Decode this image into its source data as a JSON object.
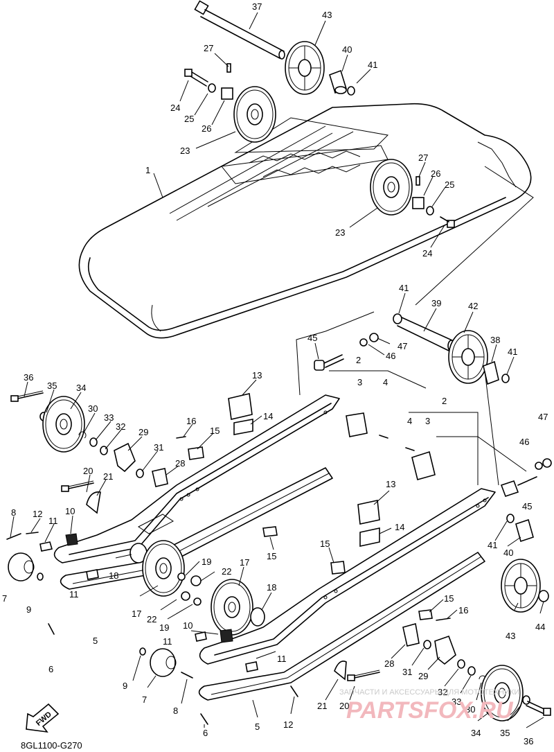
{
  "diagram_code": "8GL1100-G270",
  "fwd_label": "FWD",
  "watermark": {
    "line1": "ЗАПЧАСТИ И АКСЕССУАРЫ ДЛЯ МОТОТЕХНИКИ",
    "line2": "PARTSFOX.RU"
  },
  "callouts": [
    {
      "id": "c37",
      "text": "37"
    },
    {
      "id": "c43a",
      "text": "43"
    },
    {
      "id": "c27a",
      "text": "27"
    },
    {
      "id": "c40a",
      "text": "40"
    },
    {
      "id": "c41a",
      "text": "41"
    },
    {
      "id": "c24a",
      "text": "24"
    },
    {
      "id": "c25a",
      "text": "25"
    },
    {
      "id": "c26a",
      "text": "26"
    },
    {
      "id": "c23a",
      "text": "23"
    },
    {
      "id": "c1",
      "text": "1"
    },
    {
      "id": "c27b",
      "text": "27"
    },
    {
      "id": "c26b",
      "text": "26"
    },
    {
      "id": "c25b",
      "text": "25"
    },
    {
      "id": "c23b",
      "text": "23"
    },
    {
      "id": "c24b",
      "text": "24"
    },
    {
      "id": "c41b",
      "text": "41"
    },
    {
      "id": "c39",
      "text": "39"
    },
    {
      "id": "c42",
      "text": "42"
    },
    {
      "id": "c45a",
      "text": "45"
    },
    {
      "id": "c47a",
      "text": "47"
    },
    {
      "id": "c46a",
      "text": "46"
    },
    {
      "id": "c38",
      "text": "38"
    },
    {
      "id": "c41c",
      "text": "41"
    },
    {
      "id": "c2a",
      "text": "2"
    },
    {
      "id": "c3a",
      "text": "3"
    },
    {
      "id": "c4a",
      "text": "4"
    },
    {
      "id": "c13a",
      "text": "13"
    },
    {
      "id": "c36a",
      "text": "36"
    },
    {
      "id": "c35a",
      "text": "35"
    },
    {
      "id": "c34a",
      "text": "34"
    },
    {
      "id": "c30a",
      "text": "30"
    },
    {
      "id": "c33a",
      "text": "33"
    },
    {
      "id": "c32a",
      "text": "32"
    },
    {
      "id": "c29a",
      "text": "29"
    },
    {
      "id": "c31a",
      "text": "31"
    },
    {
      "id": "c14a",
      "text": "14"
    },
    {
      "id": "c16a",
      "text": "16"
    },
    {
      "id": "c15a",
      "text": "15"
    },
    {
      "id": "c28a",
      "text": "28"
    },
    {
      "id": "c2b",
      "text": "2"
    },
    {
      "id": "c4b",
      "text": "4"
    },
    {
      "id": "c3b",
      "text": "3"
    },
    {
      "id": "c47b",
      "text": "47"
    },
    {
      "id": "c46b",
      "text": "46"
    },
    {
      "id": "c20a",
      "text": "20"
    },
    {
      "id": "c21a",
      "text": "21"
    },
    {
      "id": "c45b",
      "text": "45"
    },
    {
      "id": "c8a",
      "text": "8"
    },
    {
      "id": "c12a",
      "text": "12"
    },
    {
      "id": "c11a",
      "text": "11"
    },
    {
      "id": "c10a",
      "text": "10"
    },
    {
      "id": "c13b",
      "text": "13"
    },
    {
      "id": "c14b",
      "text": "14"
    },
    {
      "id": "c41d",
      "text": "41"
    },
    {
      "id": "c40b",
      "text": "40"
    },
    {
      "id": "c15b",
      "text": "15"
    },
    {
      "id": "c15c",
      "text": "15"
    },
    {
      "id": "c7a",
      "text": "7"
    },
    {
      "id": "c9a",
      "text": "9"
    },
    {
      "id": "c11b",
      "text": "11"
    },
    {
      "id": "c18a",
      "text": "18"
    },
    {
      "id": "c19a",
      "text": "19"
    },
    {
      "id": "c22a",
      "text": "22"
    },
    {
      "id": "c17a",
      "text": "17"
    },
    {
      "id": "c17b",
      "text": "17"
    },
    {
      "id": "c18b",
      "text": "18"
    },
    {
      "id": "c15d",
      "text": "15"
    },
    {
      "id": "c16b",
      "text": "16"
    },
    {
      "id": "c22b",
      "text": "22"
    },
    {
      "id": "c19b",
      "text": "19"
    },
    {
      "id": "c43b",
      "text": "43"
    },
    {
      "id": "c44",
      "text": "44"
    },
    {
      "id": "c5a",
      "text": "5"
    },
    {
      "id": "c6a",
      "text": "6"
    },
    {
      "id": "c10b",
      "text": "10"
    },
    {
      "id": "c11c",
      "text": "11"
    },
    {
      "id": "c11d",
      "text": "11"
    },
    {
      "id": "c28b",
      "text": "28"
    },
    {
      "id": "c31b",
      "text": "31"
    },
    {
      "id": "c29b",
      "text": "29"
    },
    {
      "id": "c32b",
      "text": "32"
    },
    {
      "id": "c33b",
      "text": "33"
    },
    {
      "id": "c30b",
      "text": "30"
    },
    {
      "id": "c9b",
      "text": "9"
    },
    {
      "id": "c7b",
      "text": "7"
    },
    {
      "id": "c8b",
      "text": "8"
    },
    {
      "id": "c21b",
      "text": "21"
    },
    {
      "id": "c20b",
      "text": "20"
    },
    {
      "id": "c12b",
      "text": "12"
    },
    {
      "id": "c5b",
      "text": "5"
    },
    {
      "id": "c6b",
      "text": "6"
    },
    {
      "id": "c34b",
      "text": "34"
    },
    {
      "id": "c35b",
      "text": "35"
    },
    {
      "id": "c36b",
      "text": "36"
    }
  ]
}
